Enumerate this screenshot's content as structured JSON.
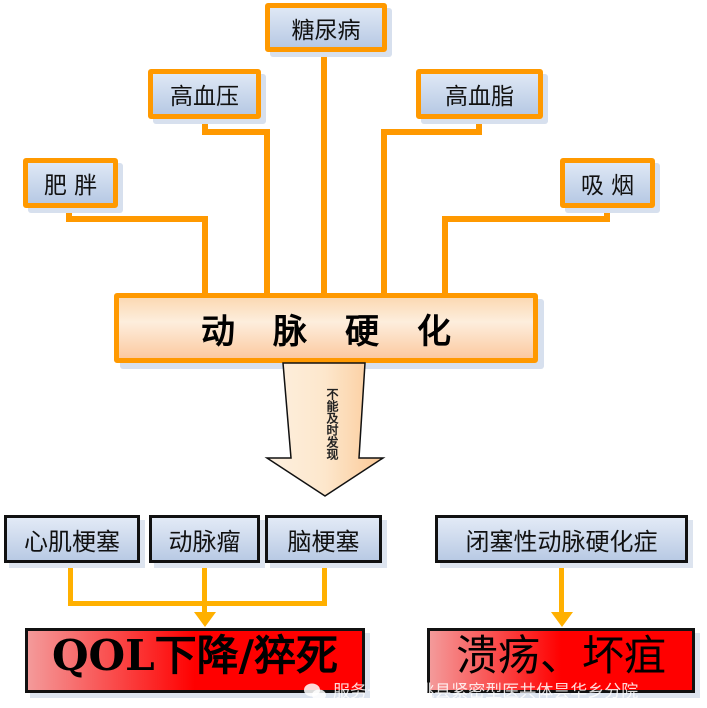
{
  "risk_factors": [
    {
      "label": "糖尿病"
    },
    {
      "label": "高血压"
    },
    {
      "label": "高血脂"
    },
    {
      "label": "肥 胖"
    },
    {
      "label": "吸 烟"
    }
  ],
  "central": {
    "label": "动脉硬化"
  },
  "arrow": {
    "label": "不能及时发现",
    "chars": [
      "不",
      "能",
      "及",
      "时",
      "发",
      "现"
    ]
  },
  "diseases": [
    {
      "label": "心肌梗塞"
    },
    {
      "label": "动脉瘤"
    },
    {
      "label": "脑梗塞"
    },
    {
      "label": "闭塞性动脉硬化症"
    }
  ],
  "outcomes": [
    {
      "label": "QOL下降/猝死"
    },
    {
      "label": "溃疡、坏疽"
    }
  ],
  "watermark": {
    "text": "服务号 · 大姚县紧密型医共体昙华乡分院",
    "icon": "wechat-icon"
  },
  "colors": {
    "connector": "#ff9900",
    "outcome": "#ff0000",
    "box": "#b7c9e4"
  }
}
